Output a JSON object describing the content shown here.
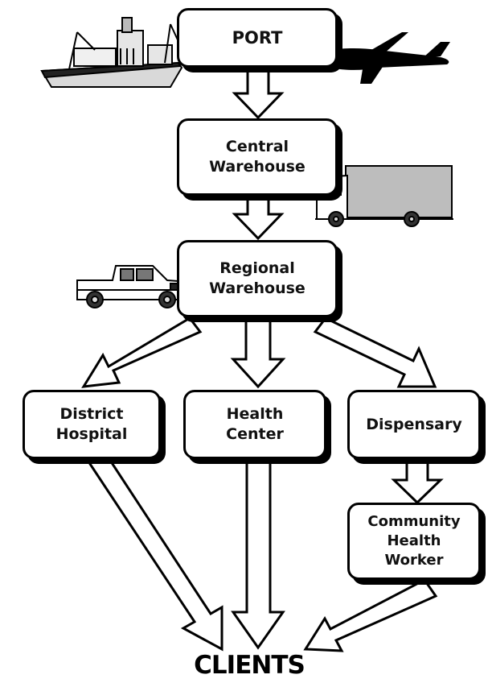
{
  "nodes": {
    "port": "PORT",
    "central_warehouse": "Central\nWarehouse",
    "regional_warehouse": "Regional\nWarehouse",
    "district_hospital": "District\nHospital",
    "health_center": "Health\nCenter",
    "dispensary": "Dispensary",
    "community_health_worker": "Community\nHealth\nWorker",
    "clients": "CLIENTS"
  },
  "icons": [
    "cargo-ship",
    "airplane",
    "delivery-truck",
    "pickup-truck"
  ]
}
